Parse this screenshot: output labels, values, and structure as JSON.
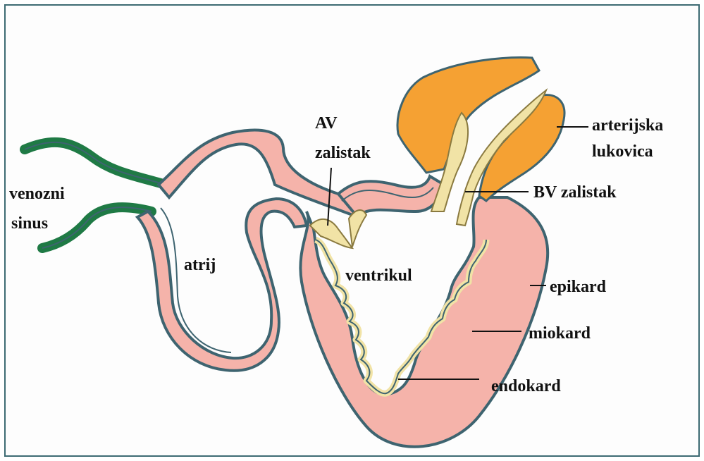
{
  "labels": {
    "av_line1": "AV",
    "av_line2": "zalistak",
    "arterial_line1": "arterijska",
    "arterial_line2": "lukovica",
    "venous_line1": "venozni",
    "venous_line2": "sinus",
    "bv": "BV zalistak",
    "atrium": "atrij",
    "ventricle": "ventrikul",
    "epicardium": "epikard",
    "myocardium": "miokard",
    "endocardium": "endokard"
  },
  "colors": {
    "myocardium": "#f5b3aa",
    "epicardium_outline": "#3e6470",
    "endocardium": "#f1e3a6",
    "endocardium_outline": "#8a7a40",
    "bulb": "#f5a133",
    "sinus": "#1f7a45",
    "frame": "#3d6b73"
  }
}
